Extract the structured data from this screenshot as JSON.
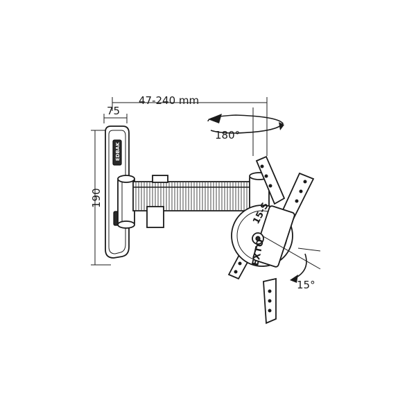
{
  "diagram": {
    "dim_width": "47-240 mm",
    "dim_depth": "75",
    "dim_height": "190",
    "rotation_swivel": "180°",
    "rotation_tilt": "15°",
    "brand_label": "EDBAK",
    "plate_label_1": "15-S",
    "plate_label_2": "EXTO"
  }
}
